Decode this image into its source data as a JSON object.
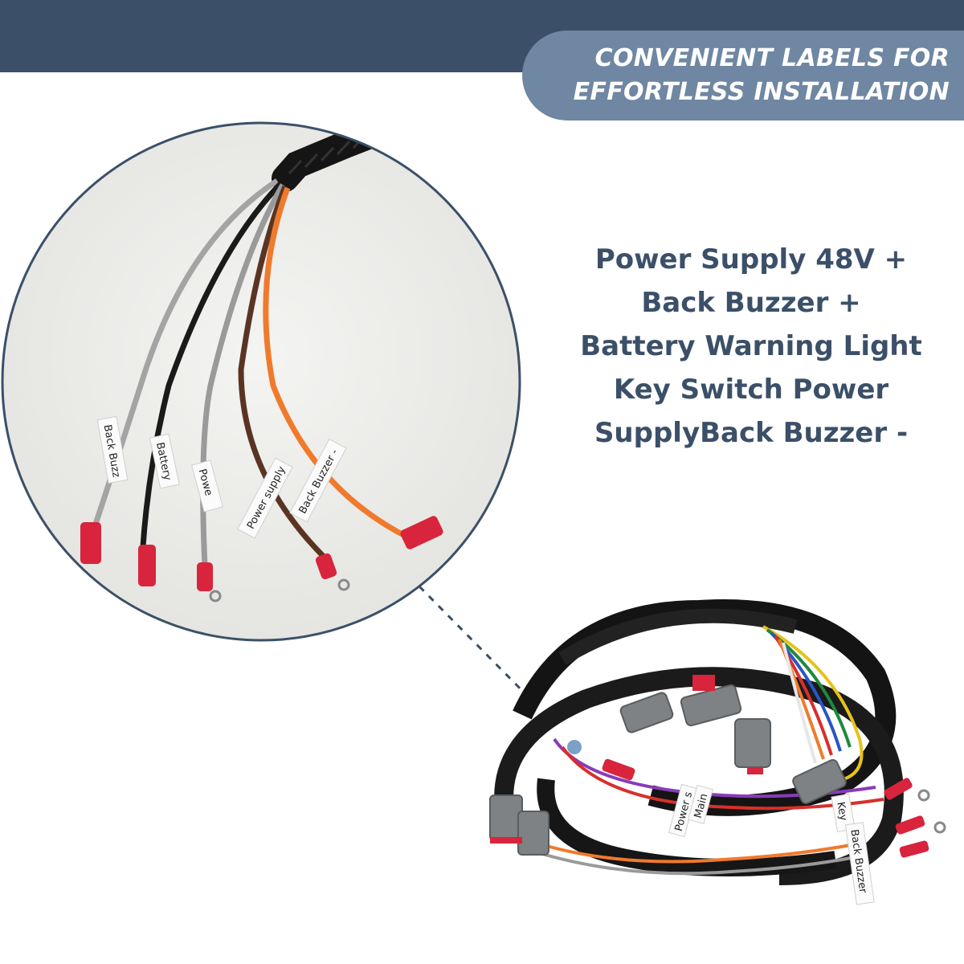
{
  "banner": {
    "line1": "CONVENIENT LABELS FOR",
    "line2": "EFFORTLESS INSTALLATION"
  },
  "description": {
    "lines": [
      "Power Supply 48V +",
      "Back Buzzer +",
      "Battery Warning Light",
      "Key Switch Power",
      "SupplyBack Buzzer -"
    ]
  },
  "wire_tags": {
    "back_buzzer": "Back Buzz",
    "battery": "Battery",
    "power": "Powe",
    "power_supply": "Power supply",
    "back_buzzer_minus": "Back Buzzer -"
  },
  "harness_tags": {
    "key": "Key",
    "back_buzzer": "Back Buzzer",
    "main": "Main",
    "power": "Power s"
  },
  "colors": {
    "navy": "#3b5068",
    "banner": "#6f87a2",
    "wire_orange": "#f07a2c",
    "wire_brown": "#5a3422",
    "wire_black": "#1a1a1a",
    "wire_gray": "#9a9a9a",
    "terminal_red": "#d8243c"
  }
}
